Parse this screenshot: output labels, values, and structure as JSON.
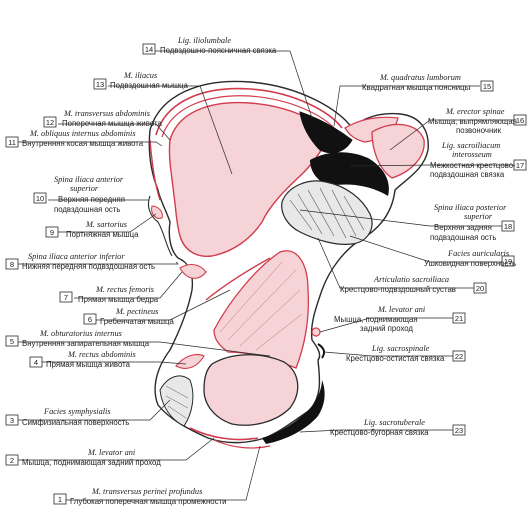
{
  "labels": [
    {
      "num": "1",
      "latin": "M. transversus perinei profundus",
      "russian": "Глубокая поперечная мышца промежности"
    },
    {
      "num": "2",
      "latin": "M. levator ani",
      "russian": "Мышца, поднимающая задний проход"
    },
    {
      "num": "3",
      "latin": "Facies symphysialis",
      "russian": "Симфизиальная поверхность"
    },
    {
      "num": "4",
      "latin": "M. rectus abdominis",
      "russian": "Прямая мышца живота"
    },
    {
      "num": "5",
      "latin": "M. obturatorius internus",
      "russian": "Внутренняя запирательная мышца"
    },
    {
      "num": "6",
      "latin": "M. pectineus",
      "russian": "Гребенчатая мышца"
    },
    {
      "num": "7",
      "latin": "M. rectus femoris",
      "russian": "Прямая мышца бедра"
    },
    {
      "num": "8",
      "latin": "Spina iliaca anterior inferior",
      "russian": "Нижняя передняя подвздошная ость"
    },
    {
      "num": "9",
      "latin": "M. sartorius",
      "russian": "Портняжная мышца"
    },
    {
      "num": "10",
      "latin": "Spina iliaca anterior superior",
      "russian": "Верхняя передняя подвздошная ость"
    },
    {
      "num": "11",
      "latin": "M. obliquus internus abdominis",
      "russian": "Внутренняя косая мышца живота"
    },
    {
      "num": "12",
      "latin": "M. transversus abdominis",
      "russian": "Поперечная мышца живота"
    },
    {
      "num": "13",
      "latin": "M. iliacus",
      "russian": "Подвздошная мышца"
    },
    {
      "num": "14",
      "latin": "Lig. iliolumbale",
      "russian": "Подвздошно-поясничная связка"
    },
    {
      "num": "15",
      "latin": "M. quadratus lumborum",
      "russian": "Квадратная мышца поясницы"
    },
    {
      "num": "16",
      "latin": "M. erector spinae",
      "russian": "Мышца, выпрямляющая позвоночник"
    },
    {
      "num": "17",
      "latin": "Lig. sacroiliacum interosseum",
      "russian": "Межкостная крестцово-подвздошная связка"
    },
    {
      "num": "18",
      "latin": "Spina iliaca posterior superior",
      "russian": "Верхняя задняя подвздошная ость"
    },
    {
      "num": "19",
      "latin": "Facies auricularis",
      "russian": "Ушковидная поверхность"
    },
    {
      "num": "20",
      "latin": "Articulatio sacroiliaca",
      "russian": "Крестцово-подвздошный сустав"
    },
    {
      "num": "21",
      "latin": "M. levator ani",
      "russian": "Мышца, поднимающая задний проход"
    },
    {
      "num": "22",
      "latin": "Lig. sacrospinale",
      "russian": "Крестцово-остистая связка"
    },
    {
      "num": "23",
      "latin": "Lig. sacrotuberale",
      "russian": "Крестцово-бугорная связка"
    }
  ],
  "colors": {
    "bone": "#ffffff",
    "muscle_fill": "#f6d3d6",
    "muscle_line": "#d23c4c",
    "ligament": "#111111",
    "outline": "#2a2a2a"
  }
}
